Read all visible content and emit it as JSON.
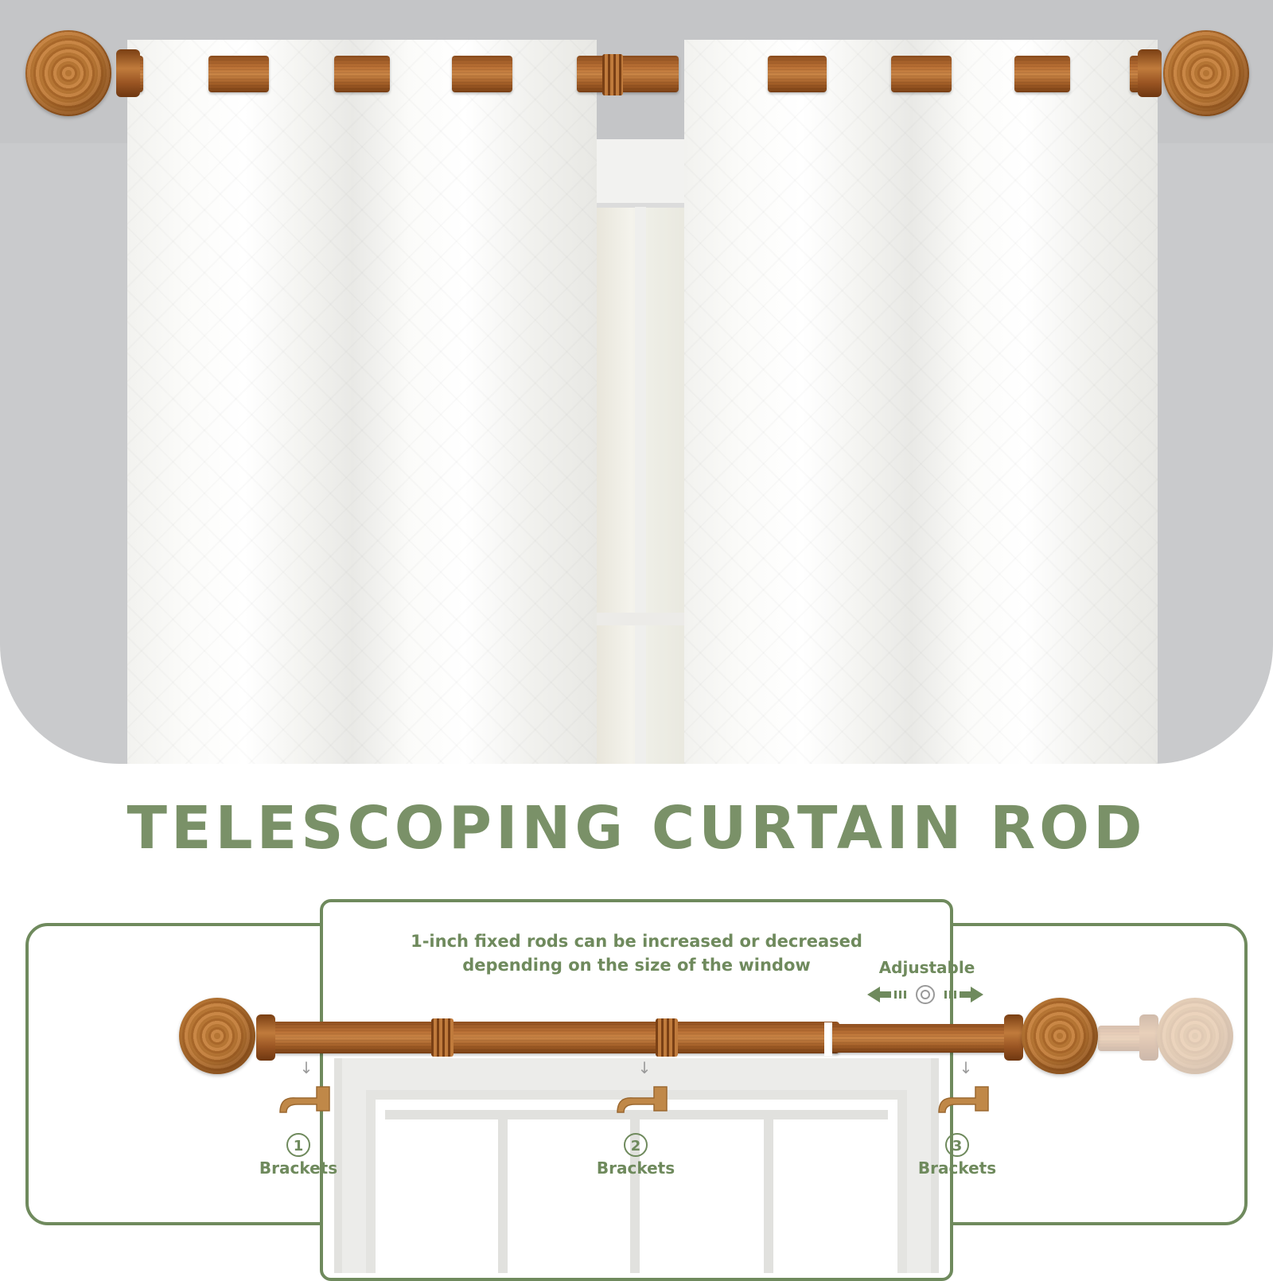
{
  "title": "TELESCOPING CURTAIN ROD",
  "diagram": {
    "caption_line1": "1-inch fixed rods can be increased or decreased",
    "caption_line2": "depending on the size of the window",
    "adjustable_label": "Adjustable",
    "brackets": [
      {
        "number": "1",
        "label": "Brackets"
      },
      {
        "number": "2",
        "label": "Brackets"
      },
      {
        "number": "3",
        "label": "Brackets"
      }
    ]
  },
  "colors": {
    "accent_green": "#6f8a5d",
    "title_green": "#7a9168",
    "wood": "#b86f34",
    "wall_gray": "#c9cacc",
    "curtain_white": "#f7f7f4"
  },
  "icons": {
    "arrows": "double-arrow-icon",
    "target": "bullseye-icon",
    "down_arrow": "arrow-down-icon"
  }
}
